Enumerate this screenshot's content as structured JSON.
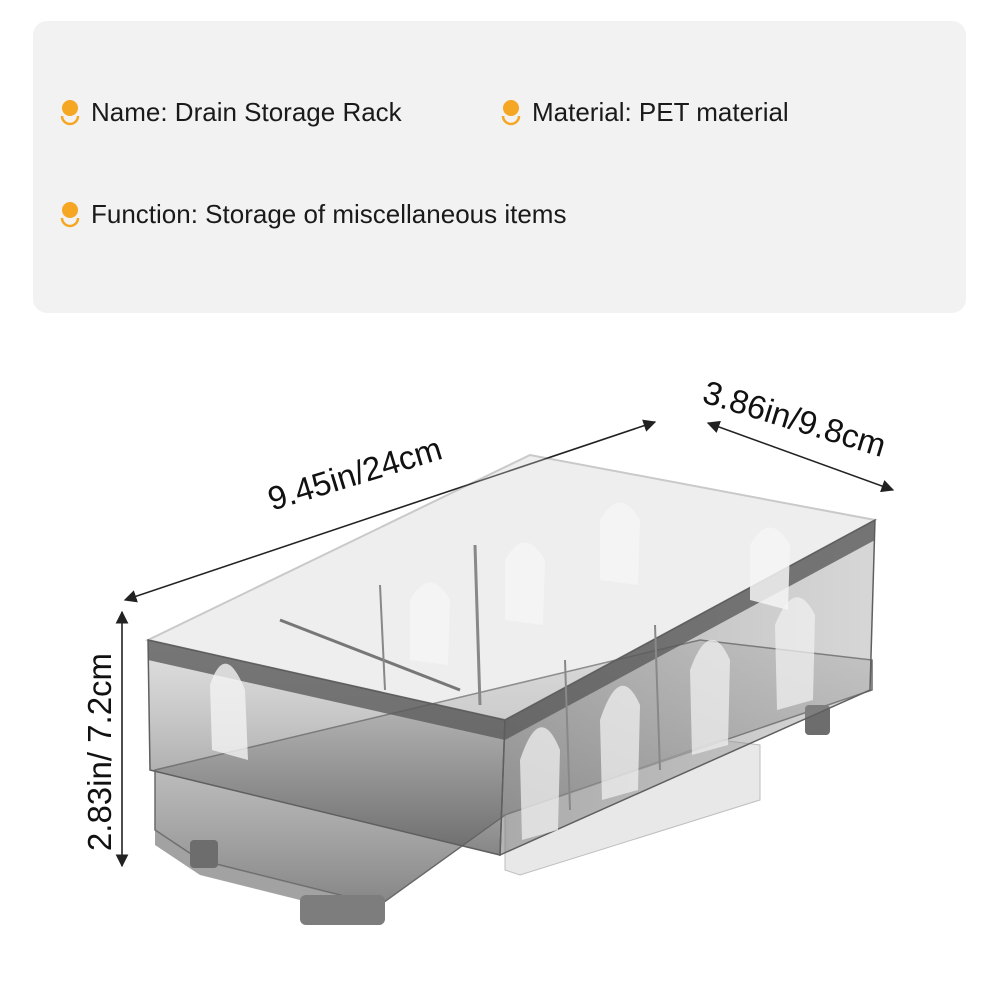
{
  "specs": {
    "name": "Name: Drain Storage Rack",
    "material": "Material: PET material",
    "function": "Function: Storage of miscellaneous items"
  },
  "dimensions": {
    "length": "9.45in/24cm",
    "width": "3.86in/9.8cm",
    "height": "2.83in/ 7.2cm"
  },
  "colors": {
    "bullet": "#f5a623",
    "card_background": "#f2f2f2",
    "product": "#6e6e6e"
  },
  "icons": {
    "bullet": "orange-pin-icon"
  }
}
